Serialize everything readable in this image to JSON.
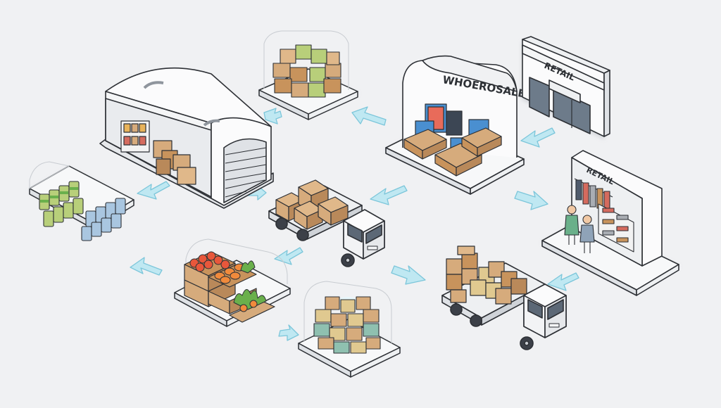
{
  "labels": {
    "wholesale_sign": "WHOEROSALE",
    "retail_sign_top": "RETAIL",
    "retail_sign_shop": "RETAIL"
  },
  "colors": {
    "background": "#f0f1f3",
    "platform": "#ffffff",
    "outline": "#2d3035",
    "arrow": "#bfe8f2",
    "cardboard": "#d6ab7c",
    "cardboard_dark": "#b9895a",
    "crate": "#c8935c",
    "tomato": "#e8573b",
    "carrot": "#f08a3c",
    "leaf": "#6ab04c",
    "can_green": "#b8cf7a",
    "can_blue": "#a9c6e0",
    "screen": "#4a8fd0",
    "glass": "#6d7b8a",
    "clothing_red": "#d56b5e",
    "clothing_gray": "#a9adb3"
  },
  "icons": [
    "warehouse-icon",
    "truck-icon",
    "storefront-icon",
    "crate-icon",
    "can-icon",
    "laptop-icon",
    "shopper-icon"
  ]
}
